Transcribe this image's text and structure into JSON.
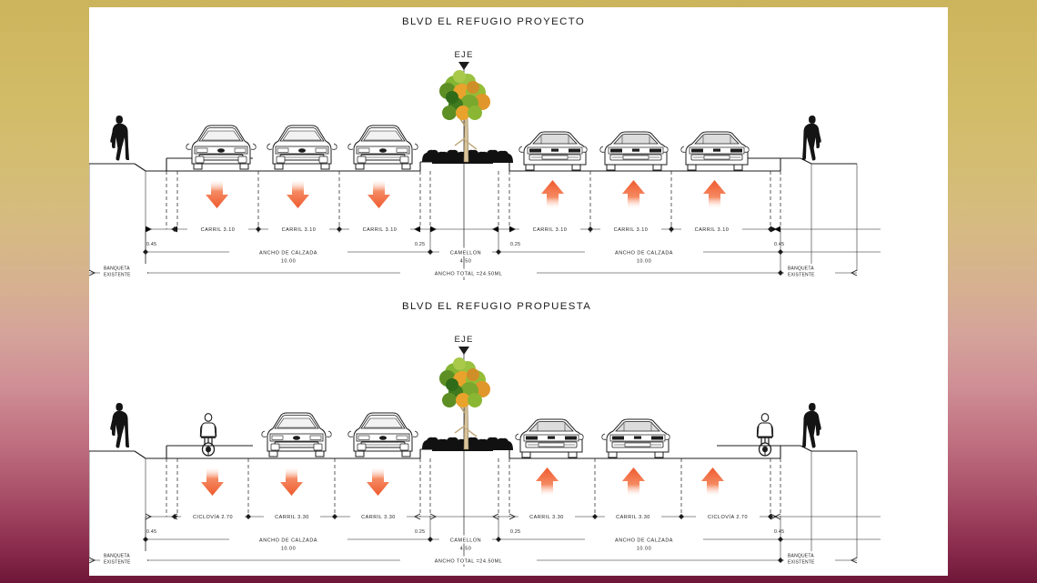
{
  "document": {
    "type": "road-cross-section-drawing",
    "background_gradient": [
      "#cbb45c",
      "#d5a49a",
      "#6e1637"
    ],
    "sheet_color": "#ffffff",
    "ink_color": "#1c1c1c",
    "arrow_color": "#f0603a",
    "tree_foliage_colors": [
      "#7fae2f",
      "#e9a02c",
      "#4f7f22"
    ],
    "shrub_color": "#111111"
  },
  "sections": [
    {
      "id": "proyecto",
      "title": "BLVD  EL  REFUGIO    PROYECTO",
      "axis_label": "EJE",
      "left_sidewalk_label_line1": "BANQUETA",
      "left_sidewalk_label_line2": "EXISTENTE",
      "right_sidewalk_label_line1": "BANQUETA",
      "right_sidewalk_label_line2": "EXISTENTE",
      "left_lanes": [
        {
          "name": "CARRIL",
          "width": "3.10",
          "direction": "down"
        },
        {
          "name": "CARRIL",
          "width": "3.10",
          "direction": "down"
        },
        {
          "name": "CARRIL",
          "width": "3.10",
          "direction": "down"
        }
      ],
      "right_lanes": [
        {
          "name": "CARRIL",
          "width": "3.10",
          "direction": "up"
        },
        {
          "name": "CARRIL",
          "width": "3.10",
          "direction": "up"
        },
        {
          "name": "CARRIL",
          "width": "3.10",
          "direction": "up"
        }
      ],
      "left_curb": "0.45",
      "left_median_curb": "0.25",
      "right_median_curb": "0.25",
      "right_curb": "0.45",
      "left_roadway_label": "ANCHO  DE  CALZADA",
      "left_roadway_value": "10.00",
      "right_roadway_label": "ANCHO  DE  CALZADA",
      "right_roadway_value": "10.00",
      "median_label": "CAMELLON",
      "median_value": "4.50",
      "total_label": "ANCHO  TOTAL  =24.50ML",
      "left_vehicle_type": "suv-front",
      "right_vehicle_type": "sedan-rear",
      "left_vehicle_count": 3,
      "right_vehicle_count": 3,
      "pedestrians": [
        "left-sidewalk",
        "right-sidewalk"
      ],
      "cyclists": []
    },
    {
      "id": "propuesta",
      "title": "BLVD  EL  REFUGIO    PROPUESTA",
      "axis_label": "EJE",
      "left_sidewalk_label_line1": "BANQUETA",
      "left_sidewalk_label_line2": "EXISTENTE",
      "right_sidewalk_label_line1": "BANQUETA",
      "right_sidewalk_label_line2": "EXISTENTE",
      "left_lanes": [
        {
          "name": "CICLOVÍA",
          "width": "2.70",
          "direction": "down"
        },
        {
          "name": "CARRIL",
          "width": "3.30",
          "direction": "down"
        },
        {
          "name": "CARRIL",
          "width": "3.30",
          "direction": "down"
        }
      ],
      "right_lanes": [
        {
          "name": "CARRIL",
          "width": "3.30",
          "direction": "up"
        },
        {
          "name": "CARRIL",
          "width": "3.30",
          "direction": "up"
        },
        {
          "name": "CICLOVÍA",
          "width": "2.70",
          "direction": "up"
        }
      ],
      "left_curb": "0.45",
      "left_median_curb": "0.25",
      "right_median_curb": "0.25",
      "right_curb": "0.45",
      "left_roadway_label": "ANCHO  DE  CALZADA",
      "left_roadway_value": "10.00",
      "right_roadway_label": "ANCHO  DE  CALZADA",
      "right_roadway_value": "10.00",
      "median_label": "CAMELLON",
      "median_value": "4.50",
      "total_label": "ANCHO  TOTAL  =24.50ML",
      "left_vehicle_type": "suv-front",
      "right_vehicle_type": "sedan-rear",
      "left_vehicle_count": 2,
      "right_vehicle_count": 2,
      "pedestrians": [
        "left-sidewalk",
        "right-sidewalk"
      ],
      "cyclists": [
        "left-bike-lane",
        "right-bike-lane"
      ]
    }
  ]
}
